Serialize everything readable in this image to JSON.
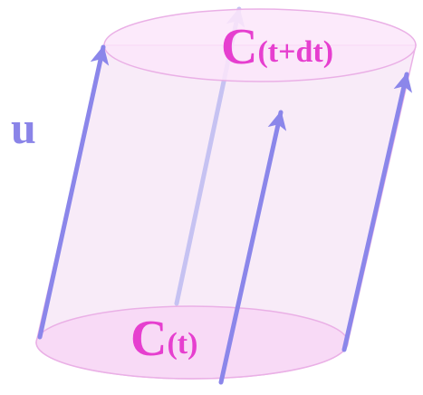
{
  "labels": {
    "velocity": "u",
    "top_curve_main": "C",
    "top_curve_sub": "(t+dt)",
    "bottom_curve_main": "C",
    "bottom_curve_sub": "(t)"
  },
  "colors": {
    "arrow": "#8b86ea",
    "arrow_faint": "#c6c2f2",
    "cylinder_fill": "#f6e4f6",
    "cylinder_edge": "#eab0e6",
    "label": "#e63fcf",
    "velocity_label": "#8a84e8"
  }
}
